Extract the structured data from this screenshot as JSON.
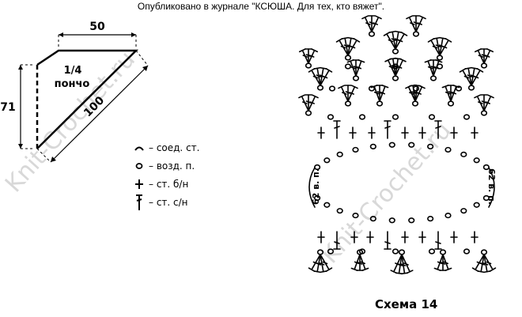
{
  "header": {
    "text": "Опубликовано в журнале \"КСЮША. Для тех, кто вяжет\"."
  },
  "pattern": {
    "width_top": "50",
    "height_left": "71",
    "diagonal": "100",
    "piece_fraction": "1/4",
    "piece_name": "пончо"
  },
  "legend": [
    {
      "icon": "slip-stitch-icon",
      "label": "– соед. ст."
    },
    {
      "icon": "chain-stitch-icon",
      "label": "– возд. п."
    },
    {
      "icon": "single-crochet-icon",
      "label": "– ст. б/н"
    },
    {
      "icon": "double-crochet-icon",
      "label": "– ст. с/н"
    }
  ],
  "chart": {
    "left_chain_label": "62 в. п.",
    "right_chain_label": "62 в. п.",
    "caption": "Схема 14"
  },
  "watermark": "Knit-Crochet.ru"
}
